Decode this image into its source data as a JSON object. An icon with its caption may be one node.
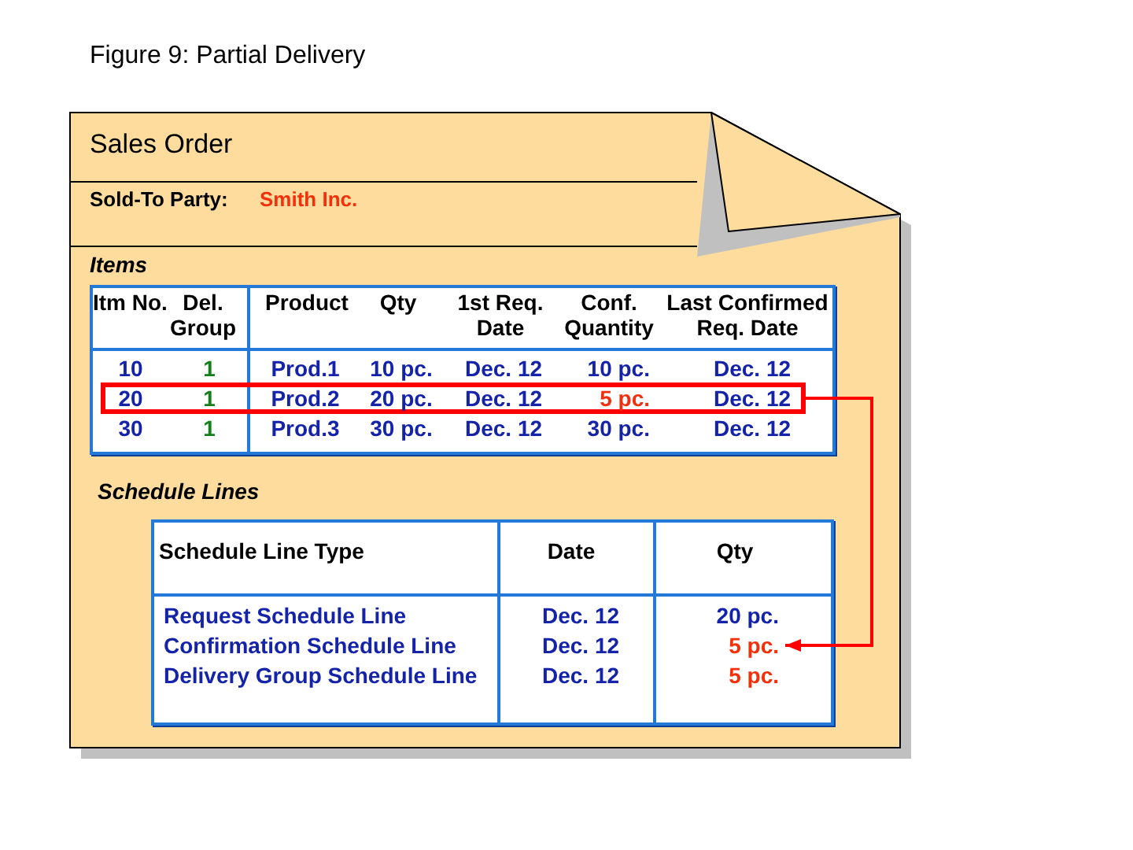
{
  "diagram": {
    "title": "Figure 9: Partial Delivery",
    "nodes": [
      {
        "text": [
          "Sales Order",
          "Sold-To Party:",
          "Smith Inc.",
          "Items",
          "Schedule Lines"
        ]
      },
      {
        "text": [
          "Itm No.",
          "Del. Group",
          "Product",
          "Qty",
          "1st Req. Date",
          "Conf. Quantity",
          "Last Confirmed Req. Date",
          "10",
          "1",
          "Prod.1",
          "10 pc.",
          "Dec. 12",
          "10 pc.",
          "Dec. 12",
          "30",
          "1",
          "Prod.3",
          "30 pc.",
          "Dec. 12",
          "30 pc.",
          "Dec. 12"
        ],
        "in": 0
      },
      {
        "text": [
          "20",
          "1",
          "Prod.2",
          "20 pc.",
          "Dec. 12",
          "5 pc.",
          "Dec. 12"
        ],
        "in": 1
      },
      {
        "text": [
          "Schedule Line Type",
          "Date",
          "Qty",
          "Request Schedule Line",
          "Dec. 12",
          "20 pc.",
          "Confirmation Schedule Line",
          "Dec. 12",
          "Delivery Group Schedule Line",
          "Dec. 12",
          "5 pc."
        ],
        "in": 0
      },
      {
        "text": [
          "5 pc."
        ],
        "in": 3
      }
    ],
    "edges": [
      {
        "from": 2,
        "to": 4,
        "arrow": "to",
        "color": "#ff0000"
      }
    ]
  }
}
